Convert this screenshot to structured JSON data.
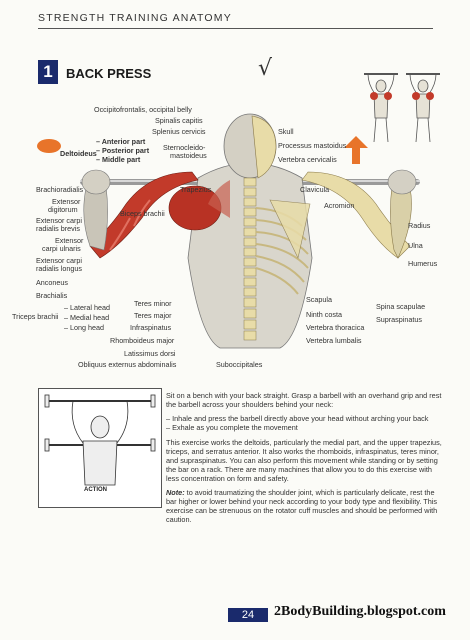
{
  "header": {
    "title": "STRENGTH TRAINING ANATOMY"
  },
  "exercise": {
    "number": "1",
    "title": "BACK PRESS"
  },
  "mark": "√",
  "labels_left": {
    "deltoideus": "Deltoideus",
    "anterior": "– Anterior part",
    "posterior": "– Posterior part",
    "middle": "– Middle part",
    "brachioradialis": "Brachioradialis",
    "ext_dig_1": "Extensor",
    "ext_dig_2": "digitorum",
    "ecrb_1": "Extensor carpi",
    "ecrb_2": "radialis brevis",
    "ecu_1": "Extensor",
    "ecu_2": "carpi ulnaris",
    "ecrl_1": "Extensor carpi",
    "ecrl_2": "radialis longus",
    "anconeus": "Anconeus",
    "brachialis": "Brachialis",
    "triceps": "Triceps brachii",
    "lateral": "– Lateral head",
    "medial": "– Medial head",
    "long": "– Long head",
    "biceps": "Biceps brachii"
  },
  "labels_top": {
    "occipito": "Occipitofrontalis, occipital belly",
    "splenius_capitis": "Spinalis capitis",
    "splenius_cervicis": "Splenius cervicis",
    "sterno_1": "Sternocleido-",
    "sterno_2": "mastoideus",
    "trapezius": "Trapezius"
  },
  "labels_right": {
    "skull": "Skull",
    "mastoid": "Processus mastoidus",
    "vert_cerv": "Vertebra cervicalis",
    "clavicula": "Clavicula",
    "acromion": "Acromion",
    "radius": "Radius",
    "ulna": "Ulna",
    "humerus": "Humerus",
    "scapula": "Scapula",
    "ninth": "Ninth costa",
    "vert_thor": "Vertebra thoracica",
    "vert_lumb": "Vertebra lumbalis",
    "spina": "Spina scapulae",
    "supra": "Supraspinatus"
  },
  "labels_bottom": {
    "teres_minor": "Teres minor",
    "teres_major": "Teres major",
    "infra": "Infraspinatus",
    "rhomb": "Rhomboideus major",
    "latissimus": "Latissimus dorsi",
    "obliquus": "Obliquus externus abdominalis",
    "suboccip": "Suboccipitales"
  },
  "action_label": "ACTION",
  "description": {
    "p1": "Sit on a bench with your back straight. Grasp a barbell with an overhand grip and rest the barbell across your shoulders behind your neck:",
    "p1a": "– Inhale and press the barbell directly above your head without arching your back",
    "p1b": "– Exhale as you complete the movement",
    "p2": "This exercise works the deltoids, particularly the medial part, and the upper trapezius, triceps, and serratus anterior. It also works the rhomboids, infraspinatus, teres minor, and supraspinatus. You can also perform this movement while standing or by setting the bar on a rack. There are many machines that allow you to do this exercise with less concentration on form and safety.",
    "note_label": "Note:",
    "p3": " to avoid traumatizing the shoulder joint, which is particularly delicate, rest the bar higher or lower behind your neck according to your body type and flexibility. This exercise can be strenuous on the rotator cuff muscles and should be performed with caution."
  },
  "footer": {
    "page": "24",
    "site": "2BodyBuilding.blogspot.com"
  },
  "colors": {
    "accent": "#1a2a6c",
    "muscle_red": "#c23a2a",
    "bone": "#e8dca8",
    "orange": "#e8742a"
  }
}
